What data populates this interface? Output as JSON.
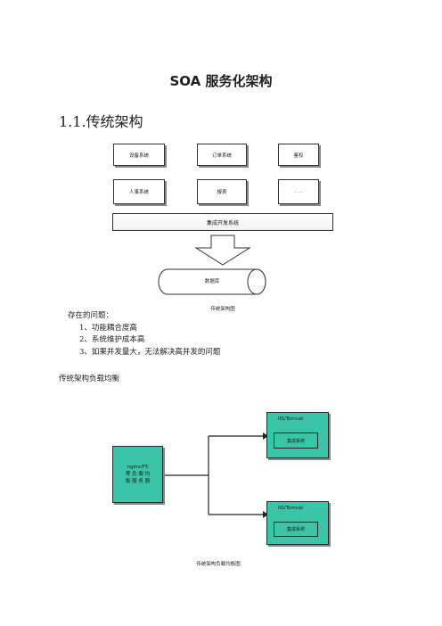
{
  "title": "SOA 服务化架构",
  "section_heading": "1.1.传统架构",
  "diagram1": {
    "boxes": [
      "设备系统",
      "订单系统",
      "鉴权",
      "人事系统",
      "报表",
      ". . ."
    ],
    "integration_bar": "集成开发系统",
    "database": "数据库",
    "caption": "传统架构图"
  },
  "problems": {
    "heading": "存在的问题：",
    "items": [
      "1、功能耦合度高",
      "2、系统维护成本高",
      "3、如果并发量大，无法解决高并发的问题"
    ]
  },
  "lb_heading": "传统架构负载均衡",
  "diagram2": {
    "lb_label_lines": [
      "nginx/F5",
      "等 负 载 均",
      "衡 服 务 器"
    ],
    "servers": [
      {
        "title": "IIS/Tomcat",
        "inner": "集成系统"
      },
      {
        "title": "IIS/Tomcat",
        "inner": "集成系统"
      }
    ],
    "caption": "传统架构负载均衡图"
  }
}
